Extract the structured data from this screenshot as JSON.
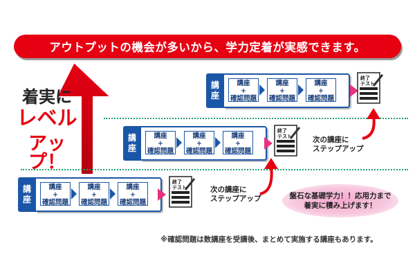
{
  "banner": "アウトプットの機会が多いから、学力定着が実感できます。",
  "side_text": {
    "line1": "着実に",
    "line2": "レベル",
    "line3": "アップ！"
  },
  "rows": [
    {
      "tag_l1": "講",
      "tag_l2": "座",
      "steps": [
        {
          "a": "講座",
          "b": "+",
          "c": "確認問題"
        },
        {
          "a": "講座",
          "b": "+",
          "c": "確認問題"
        },
        {
          "a": "講座",
          "b": "+",
          "c": "確認問題"
        }
      ],
      "test_label": "終了\nテスト"
    },
    {
      "tag_l1": "講",
      "tag_l2": "座",
      "steps": [
        {
          "a": "講座",
          "b": "+",
          "c": "確認問題"
        },
        {
          "a": "講座",
          "b": "+",
          "c": "確認問題"
        },
        {
          "a": "講座",
          "b": "+",
          "c": "確認問題"
        }
      ],
      "test_label": "終了\nテスト"
    },
    {
      "tag_l1": "講",
      "tag_l2": "座",
      "steps": [
        {
          "a": "講座",
          "b": "+",
          "c": "確認問題"
        },
        {
          "a": "講座",
          "b": "+",
          "c": "確認問題"
        },
        {
          "a": "講座",
          "b": "+",
          "c": "確認問題"
        }
      ],
      "test_label": "終了\nテスト"
    }
  ],
  "next_step_1": {
    "l1": "次の講座に",
    "l2": "ステップアップ"
  },
  "next_step_2": {
    "l1": "次の講座に",
    "l2": "ステップアップ"
  },
  "bubble": "盤石な基礎学力！！応用力まで\n着実に積み上げます！",
  "footnote": "※確認問題は数講座を受講後、まとめて実施する講座もあります。",
  "colors": {
    "accent_red": "#e60012",
    "course_blue": "#1a56a8",
    "arrow_pink": "#e8327f",
    "line_green": "#22a36a"
  }
}
